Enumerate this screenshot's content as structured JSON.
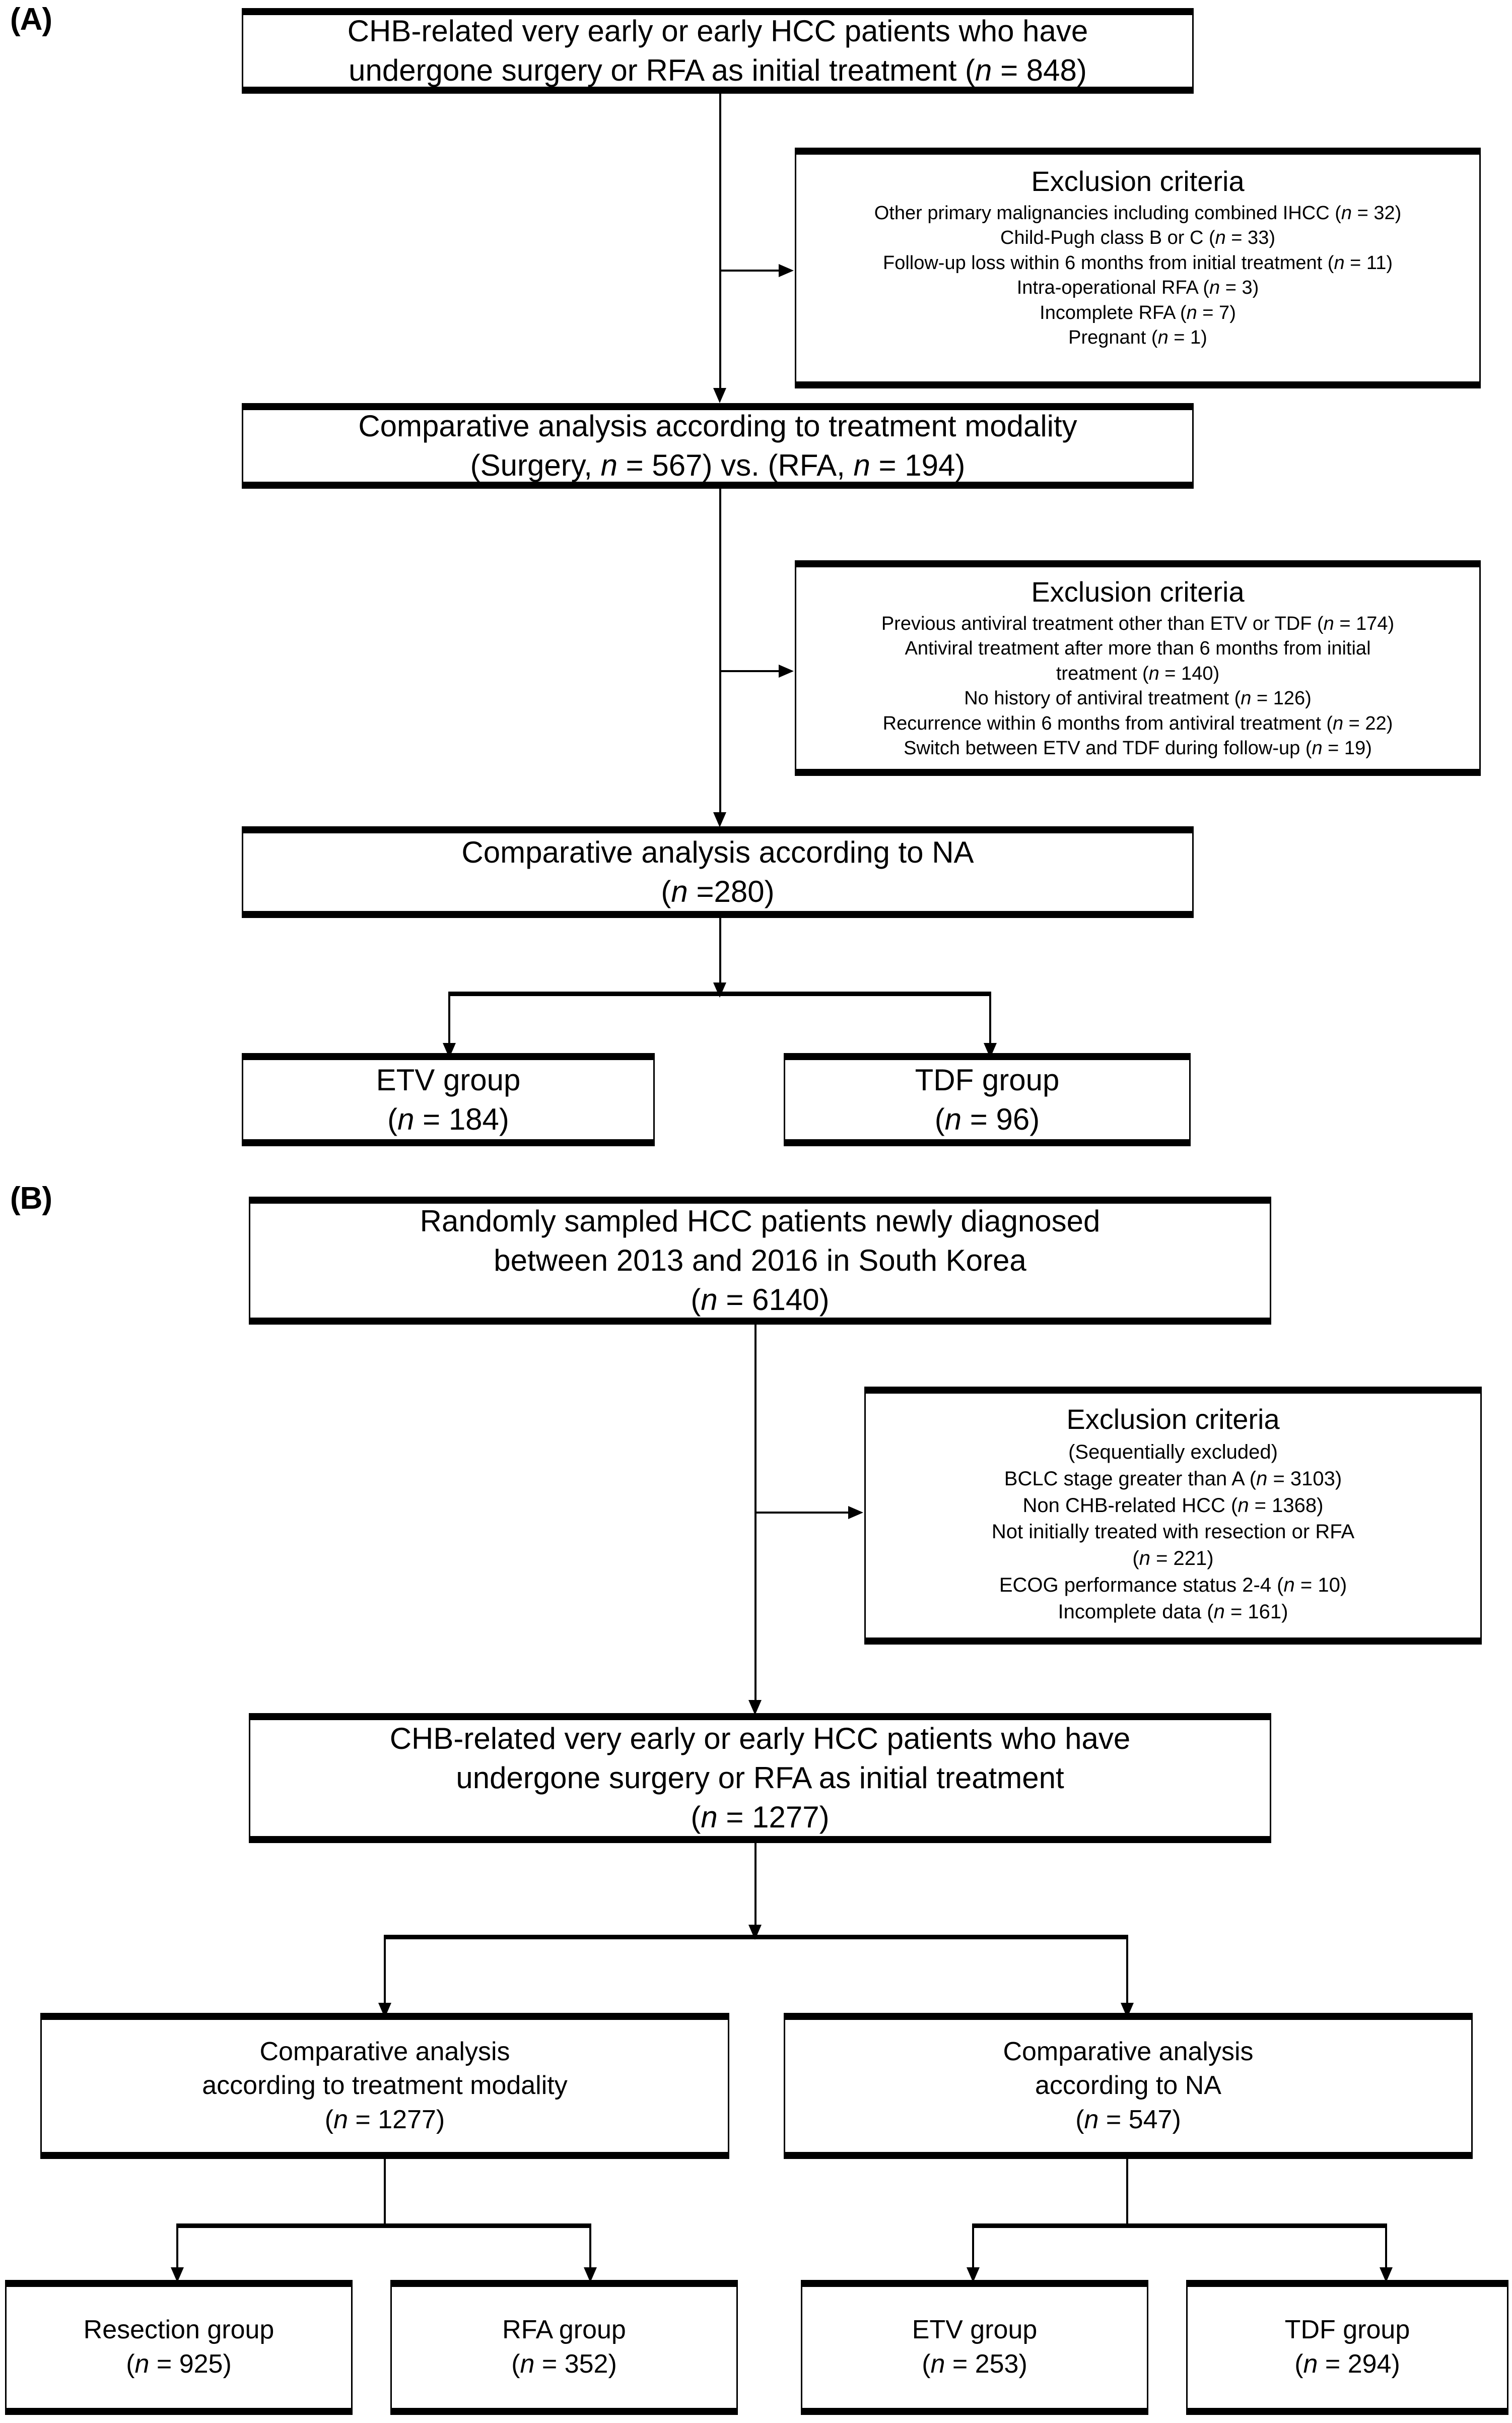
{
  "figure": {
    "panels": [
      {
        "label": "(A)",
        "nodes": {
          "source": {
            "lines": [
              "CHB-related very early or early HCC patients who have",
              "undergone surgery or RFA as initial treatment (n = 848)"
            ]
          },
          "exclusion1": {
            "title": "Exclusion criteria",
            "items": [
              "Other primary malignancies including combined IHCC (n = 32)",
              "Child-Pugh class B or C (n = 33)",
              "Follow-up loss within 6 months from initial treatment (n = 11)",
              "Intra-operational RFA (n = 3)",
              "Incomplete RFA (n = 7)",
              "Pregnant (n = 1)"
            ]
          },
          "modality": {
            "lines": [
              "Comparative analysis according to treatment modality",
              "(Surgery, n = 567) vs. (RFA, n = 194)"
            ]
          },
          "exclusion2": {
            "title": "Exclusion criteria",
            "items": [
              "Previous antiviral treatment other than ETV or TDF (n = 174)",
              "Antiviral treatment after more than 6 months from initial",
              "treatment (n = 140)",
              "No history of antiviral treatment (n = 126)",
              "Recurrence within 6 months from antiviral treatment (n = 22)",
              "Switch between ETV and TDF during follow-up (n = 19)"
            ]
          },
          "na": {
            "lines": [
              "Comparative analysis according to NA",
              "(n =280)"
            ]
          },
          "etv": {
            "lines": [
              "ETV group",
              "(n = 184)"
            ]
          },
          "tdf": {
            "lines": [
              "TDF group",
              "(n = 96)"
            ]
          }
        }
      },
      {
        "label": "(B)",
        "nodes": {
          "source": {
            "lines": [
              "Randomly sampled HCC patients newly diagnosed",
              "between 2013 and 2016 in South Korea",
              "(n = 6140)"
            ]
          },
          "exclusion1": {
            "title": "Exclusion criteria",
            "items": [
              "(Sequentially excluded)",
              "BCLC stage greater than A (n = 3103)",
              "Non CHB-related HCC (n = 1368)",
              "Not initially treated with resection or RFA",
              "(n = 221)",
              "ECOG performance status 2-4 (n = 10)",
              "Incomplete data (n = 161)"
            ]
          },
          "cohort": {
            "lines": [
              "CHB-related very early or early HCC patients who have",
              "undergone surgery or RFA as initial treatment",
              "(n = 1277)"
            ]
          },
          "modality": {
            "lines": [
              "Comparative analysis",
              "according to treatment modality",
              "(n = 1277)"
            ]
          },
          "na": {
            "lines": [
              "Comparative analysis",
              "according to NA",
              "(n = 547)"
            ]
          },
          "resection": {
            "lines": [
              "Resection group",
              "(n = 925)"
            ]
          },
          "rfa": {
            "lines": [
              "RFA group",
              "(n = 352)"
            ]
          },
          "etv": {
            "lines": [
              "ETV group",
              "(n = 253)"
            ]
          },
          "tdf": {
            "lines": [
              "TDF group",
              "(n = 294)"
            ]
          }
        }
      }
    ]
  }
}
